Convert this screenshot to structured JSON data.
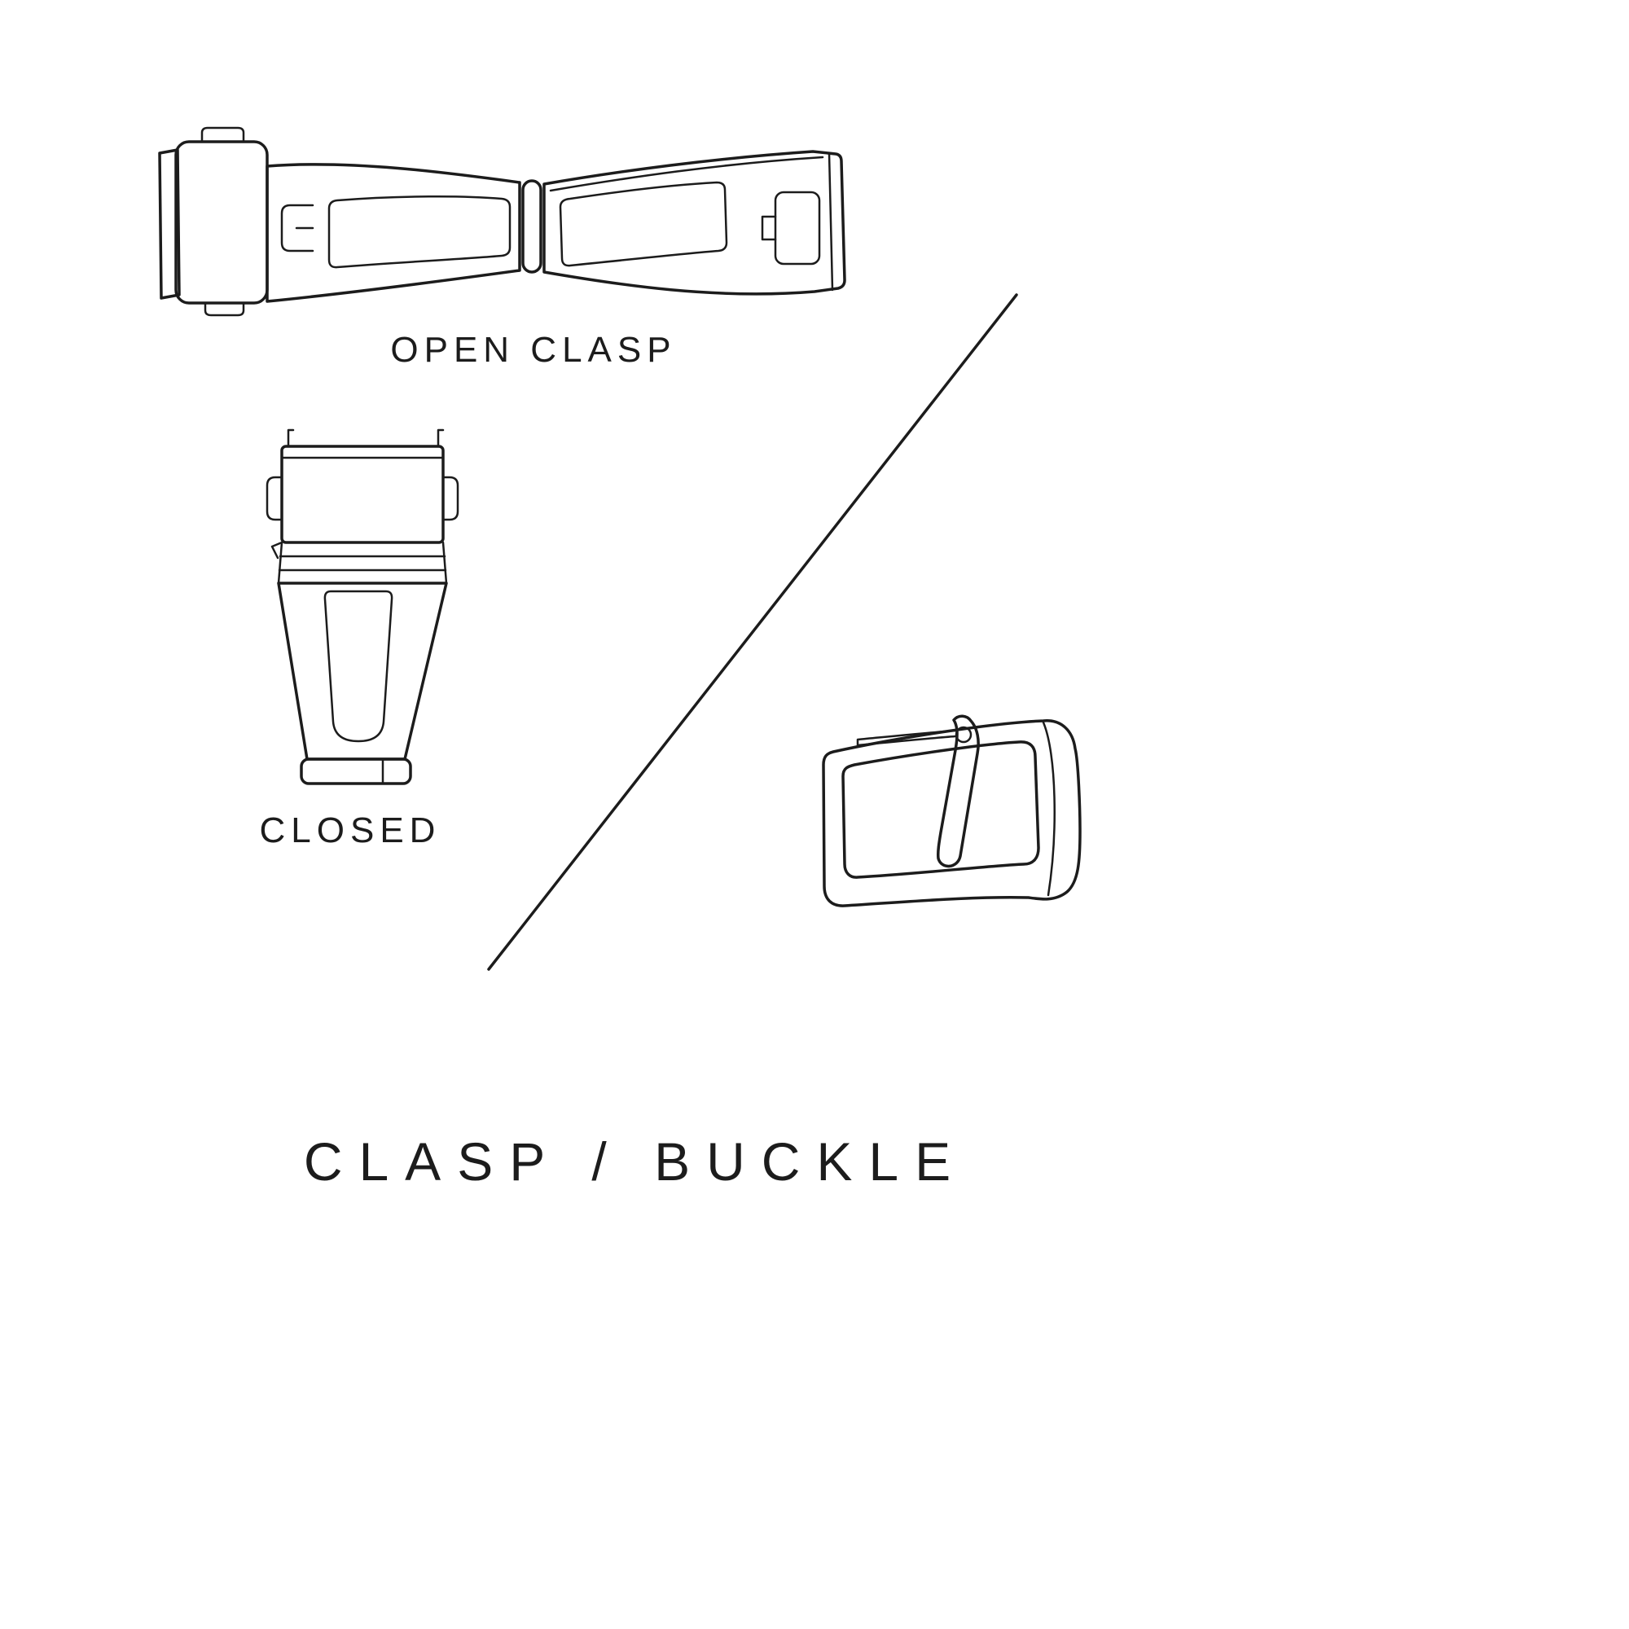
{
  "page": {
    "background": "#ffffff",
    "ink": "#1c1c1c"
  },
  "diagram": {
    "open_clasp_label": "OPEN CLASP",
    "closed_label": "CLOSED",
    "title": "CLASP / BUCKLE",
    "illustrations": [
      "open-clasp",
      "closed-clasp",
      "tang-buckle"
    ]
  }
}
